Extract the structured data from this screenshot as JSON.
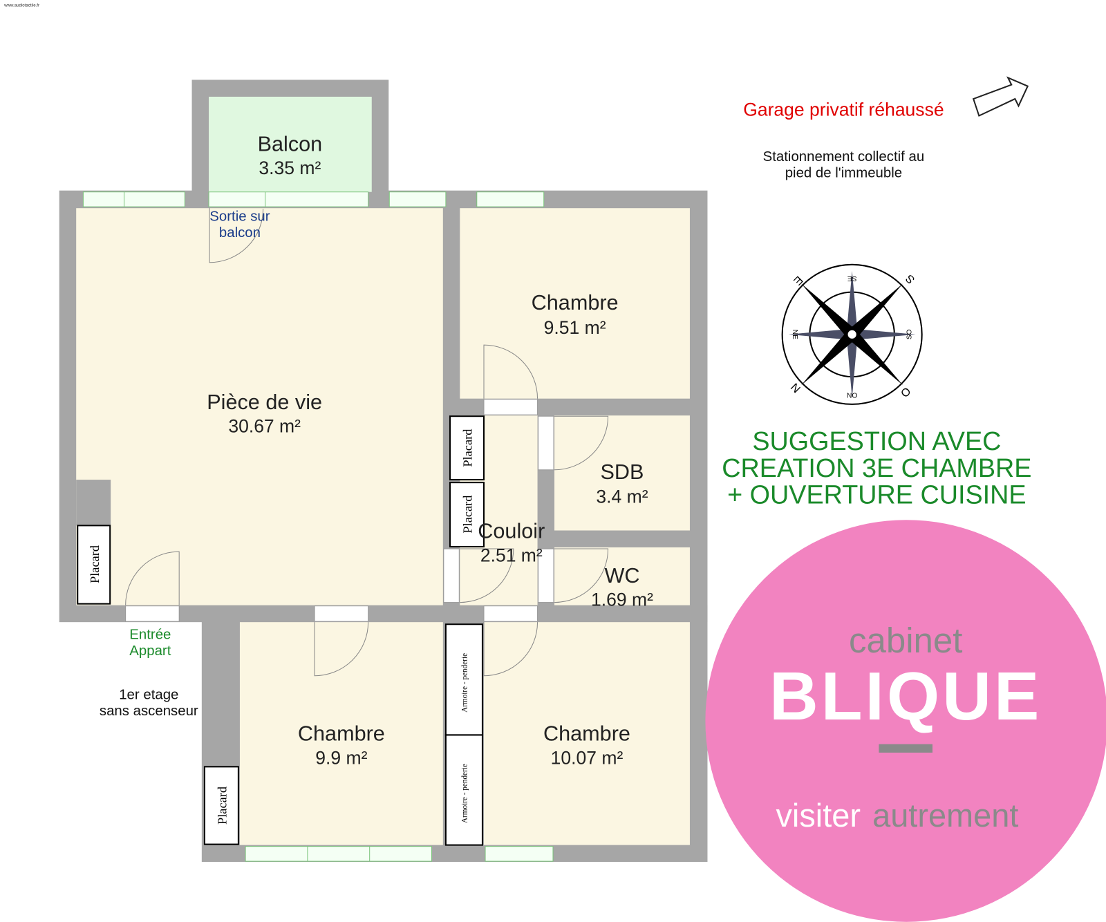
{
  "watermark": "www.audiotactile.fr",
  "rooms": {
    "balcon": {
      "name": "Balcon",
      "area": "3.35 m²"
    },
    "piece_de_vie": {
      "name": "Pièce de vie",
      "area": "30.67 m²"
    },
    "chambre_1": {
      "name": "Chambre",
      "area": "9.51 m²"
    },
    "sdb": {
      "name": "SDB",
      "area": "3.4 m²"
    },
    "couloir": {
      "name": "Couloir",
      "area": "2.51 m²"
    },
    "wc": {
      "name": "WC",
      "area": "1.69 m²"
    },
    "chambre_2": {
      "name": "Chambre",
      "area": "9.9 m²"
    },
    "chambre_3": {
      "name": "Chambre",
      "area": "10.07 m²"
    }
  },
  "fixtures": {
    "placard": "Placard",
    "armoire": "Armoire - penderie"
  },
  "labels": {
    "sortie_balcon": [
      "Sortie sur",
      "balcon"
    ],
    "entree": [
      "Entrée",
      "Appart"
    ],
    "etage": [
      "1er etage",
      "sans ascenseur"
    ],
    "garage": "Garage privatif réhaussé",
    "stationnement": [
      "Stationnement collectif au",
      "pied de l'immeuble"
    ],
    "suggestion": [
      "SUGGESTION AVEC",
      "CREATION 3E CHAMBRE",
      "+ OUVERTURE CUISINE"
    ]
  },
  "compass": {
    "E": "E",
    "SE": "SE",
    "S": "S",
    "SO": "SO",
    "O": "O",
    "NO": "NO",
    "N": "N",
    "NE": "NE"
  },
  "logo": {
    "line1": "cabinet",
    "line2": "BLIQUE",
    "tag_a": "visiter",
    "tag_b": "autrement"
  },
  "colors": {
    "wall": "#a6a6a6",
    "floor": "#fbf6e2",
    "balcony": "#e0f8e0",
    "pink": "#f283c0",
    "green": "#1a8a2a",
    "red": "#e00000",
    "blue": "#1a3c8a"
  }
}
